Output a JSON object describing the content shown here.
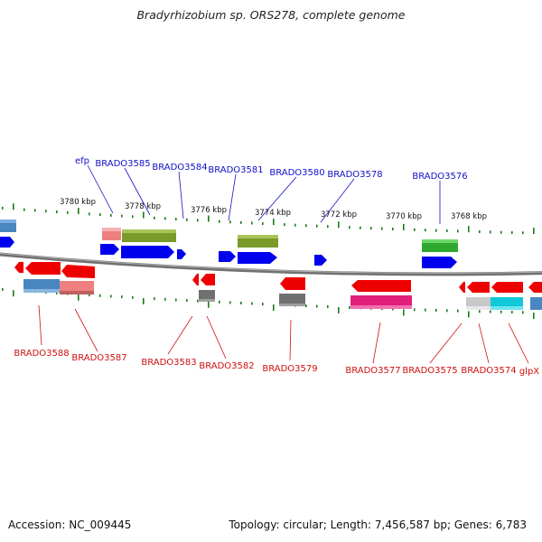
{
  "title": "Bradyrhizobium sp. ORS278, complete genome",
  "footer": {
    "accession": "Accession: NC_009445",
    "summary": "Topology: circular; Length: 7,456,587 bp; Genes: 6,783"
  },
  "ticks": [
    "3780 kbp",
    "3778 kbp",
    "3776 kbp",
    "3774 kbp",
    "3772 kbp",
    "3770 kbp",
    "3768 kbp"
  ],
  "labels_top": [
    "efp",
    "BRADO3585",
    "BRADO3584",
    "BRADO3581",
    "BRADO3580",
    "BRADO3578",
    "BRADO3576"
  ],
  "labels_bottom": [
    "BRADO3588",
    "BRADO3587",
    "BRADO3583",
    "BRADO3582",
    "BRADO3579",
    "BRADO3577",
    "BRADO3575",
    "BRADO3574",
    "glpX"
  ],
  "colors": {
    "forward_label": "#1010c8",
    "reverse_label": "#d01010",
    "forward_gene": "#0000ee",
    "reverse_gene": "#ee0000",
    "tick": "#1a7a1a",
    "backbone": "#808080",
    "olive": "#7a9a2a",
    "green": "#2ea82e",
    "steelblue": "#4a86c0",
    "salmon": "#ee8080",
    "gray": "#707070",
    "lightgray": "#c8c8c8",
    "magenta": "#e0207a",
    "cyan": "#10c8d8"
  }
}
